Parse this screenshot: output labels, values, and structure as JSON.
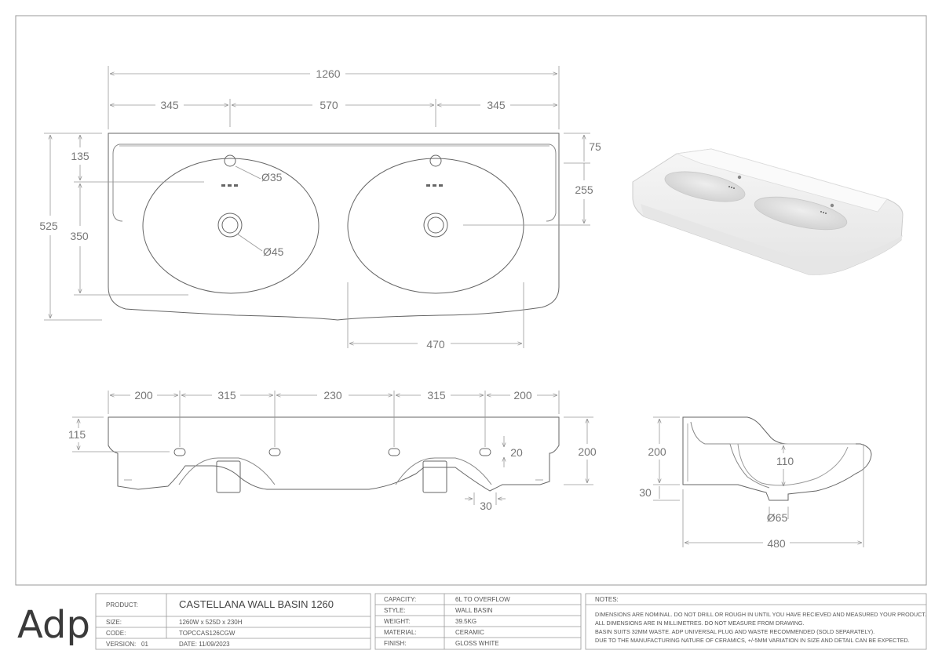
{
  "top_view": {
    "dims": {
      "overall_width": "1260",
      "left_segment": "345",
      "middle_segment": "570",
      "right_segment": "345",
      "edge_to_tap": "135",
      "overall_depth": "525",
      "bowl_depth": "350",
      "back_upstand": "75",
      "upstand_to_waste": "255",
      "bowl_width": "470",
      "tap_hole": "Ø35",
      "waste_hole": "Ø45"
    }
  },
  "front_view": {
    "dims": {
      "seg1": "200",
      "seg2": "315",
      "seg3": "230",
      "seg4": "315",
      "seg5": "200",
      "overflow_height": "115",
      "overall_height": "200",
      "overflow_slot": "20",
      "waste_width": "30"
    }
  },
  "side_view": {
    "dims": {
      "height": "200",
      "bowl_depth": "110",
      "base": "30",
      "waste": "Ø65",
      "depth": "480"
    }
  },
  "title_block": {
    "logo": "Adp",
    "product_label": "PRODUCT:",
    "product_value": "CASTELLANA WALL BASIN 1260",
    "size_label": "SIZE:",
    "size_value": "1260W x 525D x 230H",
    "code_label": "CODE:",
    "code_value": "TOPCCAS126CGW",
    "version_label": "VERSION:",
    "version_value": "01",
    "date_value": "DATE: 11/09/2023",
    "capacity_label": "CAPACITY:",
    "capacity_value": "6L TO OVERFLOW",
    "style_label": "STYLE:",
    "style_value": "WALL BASIN",
    "weight_label": "WEIGHT:",
    "weight_value": "39.5KG",
    "material_label": "MATERIAL:",
    "material_value": "CERAMIC",
    "finish_label": "FINISH:",
    "finish_value": "GLOSS WHITE",
    "notes_label": "NOTES:",
    "notes": [
      "DIMENSIONS ARE NOMINAL. DO NOT DRILL OR ROUGH IN UNTIL YOU HAVE RECIEVED AND MEASURED YOUR PRODUCT.",
      "ALL DIMENSIONS ARE IN MILLIMETRES. DO NOT MEASURE FROM DRAWING.",
      "BASIN SUITS 32MM WASTE. ADP UNIVERSAL PLUG AND WASTE RECOMMENDED (SOLD SEPARATELY).",
      "DUE TO THE MANUFACTURING NATURE OF CERAMICS, +/-5MM VARIATION IN SIZE AND DETAIL CAN BE EXPECTED."
    ]
  }
}
